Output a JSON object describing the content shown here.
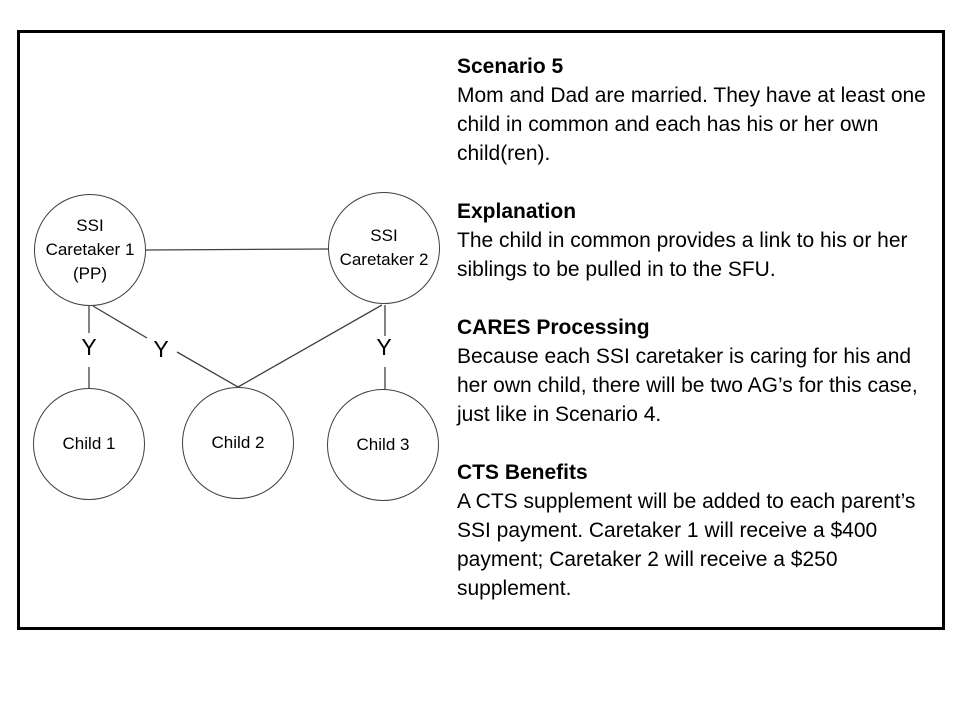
{
  "colors": {
    "frame_border": "#000000",
    "diagram_line": "#404040",
    "text": "#000000"
  },
  "diagram": {
    "nodes": [
      {
        "id": "ssi-caretaker-1",
        "label": "SSI\nCaretaker 1\n(PP)"
      },
      {
        "id": "ssi-caretaker-2",
        "label": "SSI\nCaretaker 2"
      },
      {
        "id": "child-1",
        "label": "Child 1"
      },
      {
        "id": "child-2",
        "label": "Child 2"
      },
      {
        "id": "child-3",
        "label": "Child 3"
      }
    ],
    "edge_labels": [
      "Y",
      "Y",
      "Y"
    ]
  },
  "text_panel": {
    "sections": [
      {
        "heading": "Scenario 5",
        "body": "Mom and Dad are married. They have at least one child in common and each has his or her own child(ren)."
      },
      {
        "heading": "Explanation",
        "body": "The child in common provides a link to his or her siblings to be pulled in to the SFU."
      },
      {
        "heading": "CARES Processing",
        "body": "Because each SSI caretaker is caring for his and her own child, there will be two AG’s for this case, just like in Scenario 4."
      },
      {
        "heading": "CTS Benefits",
        "body": "A CTS supplement will be added to each parent’s SSI payment. Caretaker 1 will receive a $400 payment; Caretaker 2 will receive a $250 supplement."
      }
    ]
  }
}
